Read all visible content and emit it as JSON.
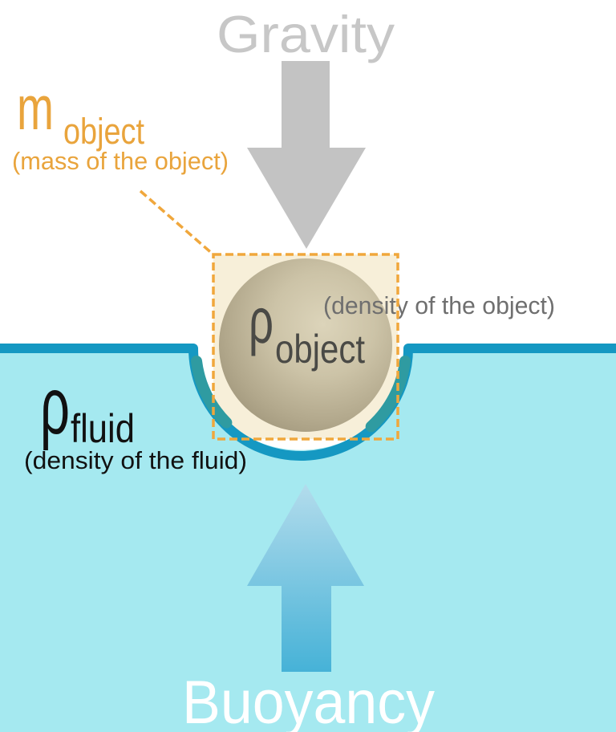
{
  "gravity": {
    "label": "Gravity"
  },
  "buoyancy": {
    "label": "Buoyancy"
  },
  "mass_label": {
    "symbol": "m",
    "subscript": "object",
    "caption": "(mass of the object)"
  },
  "object_density_label": {
    "symbol": "ρ",
    "subscript": "object",
    "caption": "(density of the object)"
  },
  "fluid_density_label": {
    "symbol": "ρ",
    "subscript": "fluid",
    "caption": "(density of the fluid)"
  },
  "colors": {
    "background": "#FFFFFF",
    "gravity_text": "#C7C7C7",
    "gravity_arrow": "#C3C3C3",
    "mass_label_orange": "#E9A43C",
    "dashed_outline_orange": "#F0A73C",
    "highlight_box_cream": "#F7EFD9",
    "sphere_tan": "#C5BC9F",
    "object_density_text": "#4A4A46",
    "object_density_caption": "#6F6F6F",
    "water_cyan": "#A5E9F0",
    "waterline_blue": "#1598C2",
    "meniscus_teal": "#2F9BA1",
    "fluid_density_text": "#111111",
    "buoyancy_arrow_top": "#B3DCEC",
    "buoyancy_arrow_bottom": "#46B2D7",
    "buoyancy_text": "#FFFFFF"
  }
}
